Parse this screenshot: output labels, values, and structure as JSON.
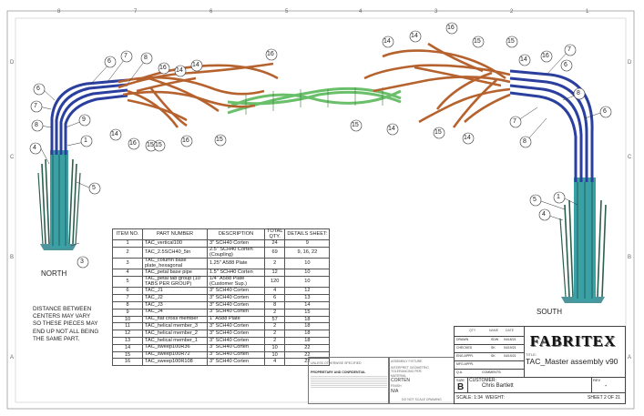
{
  "zones": {
    "top": [
      "8",
      "7",
      "6",
      "5",
      "4",
      "3",
      "2",
      "1"
    ],
    "side": [
      "D",
      "C",
      "B",
      "A"
    ]
  },
  "views": {
    "north": "NORTH",
    "south": "SOUTH"
  },
  "note": {
    "line1": "DISTANCE BETWEEN",
    "line2": "CENTERS MAY VARY",
    "line3": "SO THESE PIECES MAY",
    "line4": "END UP NOT ALL BEING",
    "line5": "THE SAME PART."
  },
  "balloons": {
    "b1": "1",
    "b3": "3",
    "b4": "4",
    "b5": "5",
    "b6": "6",
    "b7": "7",
    "b8": "8",
    "b9": "9",
    "b14": "14",
    "b15": "15",
    "b16": "16"
  },
  "bom": {
    "headers": {
      "item": "ITEM NO.",
      "part": "PART NUMBER",
      "desc": "DESCRIPTION",
      "qty": "TOTAL QTY.",
      "details": "DETAILS SHEET:"
    },
    "rows": [
      {
        "item": "1",
        "part": "TAC_vertical100",
        "desc": "3\" SCH40 Corten",
        "qty": "24",
        "details": "9"
      },
      {
        "item": "2",
        "part": "TAC_2.5SCH40_5in",
        "desc": "2.5\" SCH40 Corten (Coupling)",
        "qty": "69",
        "details": "9, 16, 22"
      },
      {
        "item": "3",
        "part": "TAC_column base plate_hexagonal",
        "desc": "1.25\" A588 Plate",
        "qty": "2",
        "details": "10"
      },
      {
        "item": "4",
        "part": "TAC_petal base pipe",
        "desc": "1.5\" SCH40 Corten",
        "qty": "12",
        "details": "10"
      },
      {
        "item": "5",
        "part": "TAC_petal tab group (10 TABS PER GROUP)",
        "desc": "1/4\" A588 Plate (Customer Sup.)",
        "qty": "120",
        "details": "10"
      },
      {
        "item": "6",
        "part": "TAC_J1",
        "desc": "3\" SCH40 Corten",
        "qty": "4",
        "details": "12"
      },
      {
        "item": "7",
        "part": "TAC_J2",
        "desc": "3\" SCH40 Corten",
        "qty": "6",
        "details": "13"
      },
      {
        "item": "8",
        "part": "TAC_J3",
        "desc": "3\" SCH40 Corten",
        "qty": "8",
        "details": "14"
      },
      {
        "item": "9",
        "part": "TAC_J4",
        "desc": "3\" SCH40 Corten",
        "qty": "2",
        "details": "15"
      },
      {
        "item": "10",
        "part": "TAC_flat cross member",
        "desc": "1\" A588 Plate",
        "qty": "57",
        "details": "18"
      },
      {
        "item": "11",
        "part": "TAC_helical member_3",
        "desc": "3\" SCH40 Corten",
        "qty": "2",
        "details": "18"
      },
      {
        "item": "12",
        "part": "TAC_helical member_2",
        "desc": "3\" SCH40 Corten",
        "qty": "2",
        "details": "18"
      },
      {
        "item": "13",
        "part": "TAC_helical member_1",
        "desc": "3\" SCH40 Corten",
        "qty": "2",
        "details": "18"
      },
      {
        "item": "14",
        "part": "TAC_sweep100R36",
        "desc": "3\" SCH40 Corten",
        "qty": "10",
        "details": "22"
      },
      {
        "item": "15",
        "part": "TAC_sweep100R72",
        "desc": "3\" SCH40 Corten",
        "qty": "10",
        "details": "22"
      },
      {
        "item": "16",
        "part": "TAC_sweep100R108",
        "desc": "3\" SCH40 Corten",
        "qty": "4",
        "details": "22"
      }
    ]
  },
  "titleblock": {
    "company": "FABRITEX",
    "title_label": "TITLE:",
    "title": "TAC_Master assembly v90",
    "size_label": "SIZE",
    "size": "B",
    "customer_label": "CUSTOMER:",
    "customer": "Chris Bartlett",
    "rev_label": "REV",
    "rev": "-",
    "scale": "SCALE: 1:34",
    "weight": "WEIGHT:",
    "sheet": "SHEET 2 OF 21",
    "qty_label": "QTY",
    "name_label": "NAME",
    "date_label": "DATE",
    "drawn": "DRAWN",
    "checked": "CHECKED",
    "engappr": "ENG APPR.",
    "mfgappr": "MFG APPR.",
    "qa": "Q.A.",
    "comments": "COMMENTS:",
    "drawn_name": "SDW",
    "drawn_date": "04/18/21",
    "checked_name": "SK",
    "checked_date": "04/19/21",
    "eng_name": "SK",
    "eng_date": "04/19/21",
    "na": "N/A",
    "material": "CORTEN",
    "finish": "N/A",
    "no_scale": "DO NOT SCALE DRAWING"
  },
  "colors": {
    "corten": "#b5622e",
    "pipe_blue": "#2b3f9e",
    "green": "#6abf6a",
    "teal": "#2f8f8a"
  }
}
